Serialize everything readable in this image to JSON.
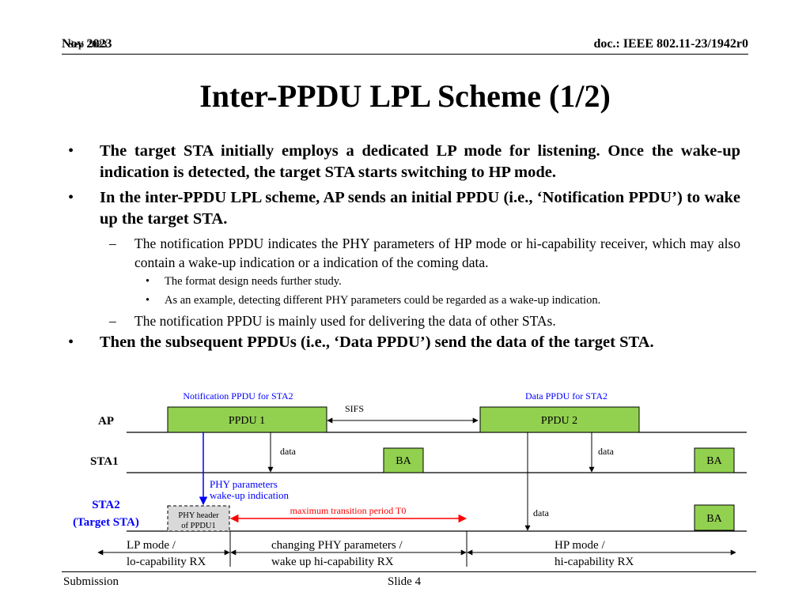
{
  "header": {
    "date_back": "Sep 2023",
    "date": "Nov 2023",
    "doc": "doc.: IEEE 802.11-23/1942r0"
  },
  "title": "Inter-PPDU LPL Scheme (1/2)",
  "bullets": {
    "b1": "The target STA initially employs a dedicated LP mode for listening. Once the wake-up indication is detected, the target STA starts switching to HP mode.",
    "b2": "In the inter-PPDU LPL scheme, AP sends an initial PPDU (i.e., ‘Notification PPDU’) to wake up the target STA.",
    "s1": "The notification PPDU indicates the PHY parameters of HP mode or hi-capability receiver, which may also contain a wake-up indication or a indication of the coming data.",
    "ss1": "The format design needs further study.",
    "ss2": "As an example, detecting different PHY parameters could be regarded as a wake-up indication.",
    "s2": "The notification PPDU is mainly used for delivering the data of other STAs.",
    "b3": "Then the subsequent PPDUs (i.e., ‘Data PPDU’) send the data of the target STA."
  },
  "markers": {
    "bullet": "•",
    "dash": "–"
  },
  "diagram": {
    "labels": {
      "notification": "Notification PPDU for STA2",
      "data_ppdu": "Data PPDU for STA2",
      "sifs": "SIFS"
    },
    "rows": {
      "ap": "AP",
      "sta1": "STA1",
      "sta2_line1": "STA2",
      "sta2_line2": "(Target STA)"
    },
    "boxes": {
      "ppdu1": "PPDU 1",
      "ppdu2": "PPDU 2",
      "ba1": "BA",
      "ba2": "BA",
      "ba3": "BA",
      "phy_header_line1": "PHY header",
      "phy_header_line2": "of PPDU1"
    },
    "arrows": {
      "data1": "data",
      "data2": "data",
      "data3": "data"
    },
    "annotations": {
      "phy_params": "PHY parameters",
      "wakeup": "wake-up indication",
      "max_transition": "maximum transition period T0"
    },
    "phases": {
      "lp_line1": "LP mode /",
      "lp_line2": "lo-capability RX",
      "switch_line1": "changing PHY parameters /",
      "switch_line2": "wake up hi-capability RX",
      "hp_line1": "HP mode /",
      "hp_line2": "hi-capability RX"
    },
    "colors": {
      "box_fill": "#92d050",
      "accent_blue": "#0000ff",
      "accent_red": "#ff0000",
      "dashed_fill": "#d9d9d9"
    }
  },
  "footer": {
    "left": "Submission",
    "center": "Slide 4"
  }
}
